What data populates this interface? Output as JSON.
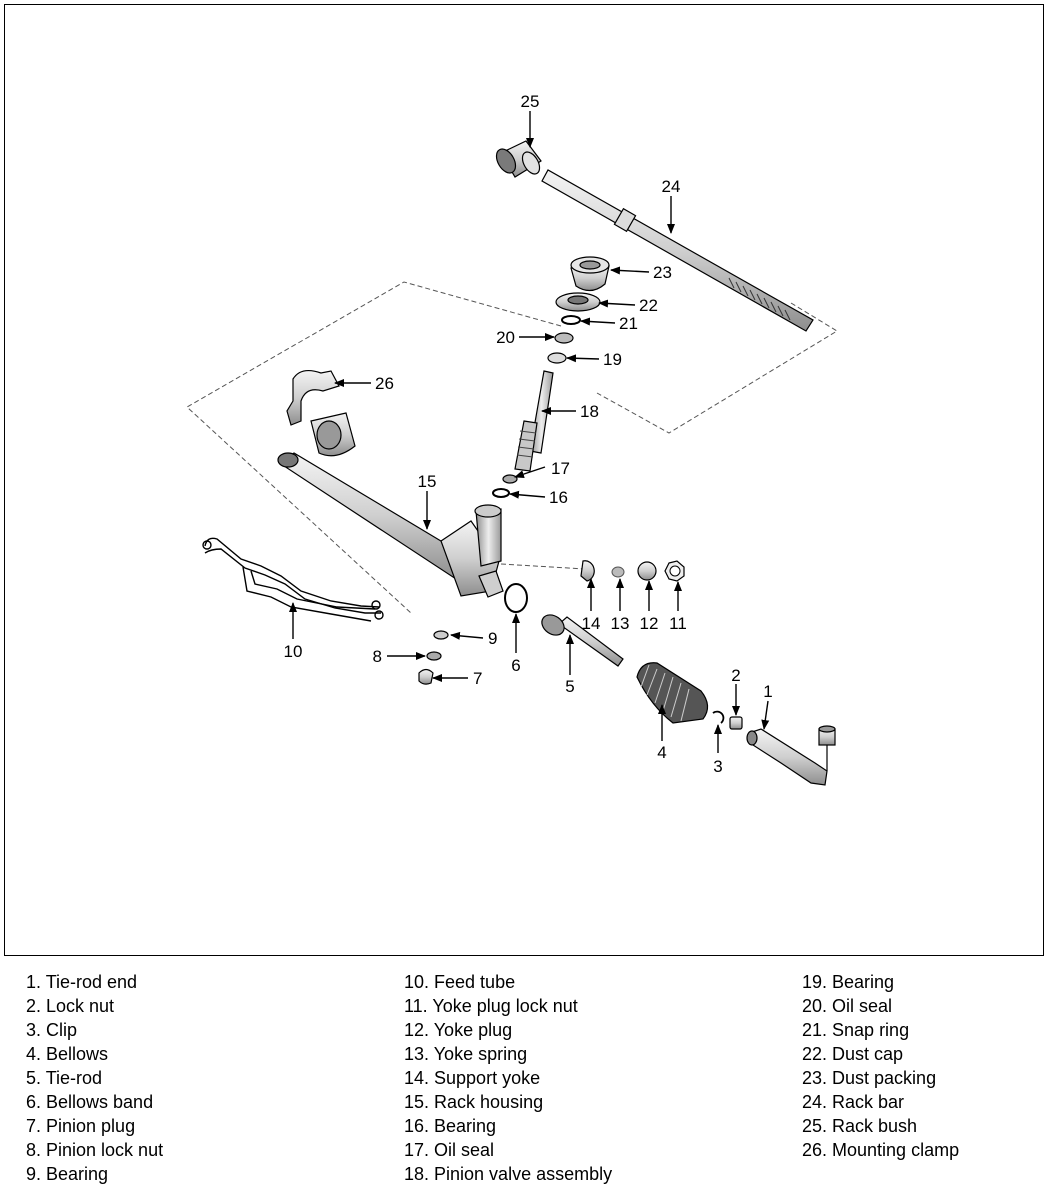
{
  "callouts": {
    "c1": "1",
    "c2": "2",
    "c3": "3",
    "c4": "4",
    "c5": "5",
    "c6": "6",
    "c7": "7",
    "c8": "8",
    "c9": "9",
    "c10": "10",
    "c11": "11",
    "c12": "12",
    "c13": "13",
    "c14": "14",
    "c15": "15",
    "c16": "16",
    "c17": "17",
    "c18": "18",
    "c19": "19",
    "c20": "20",
    "c21": "21",
    "c22": "22",
    "c23": "23",
    "c24": "24",
    "c25": "25",
    "c26": "26"
  },
  "legend": {
    "col1": [
      "1. Tie-rod end",
      "2. Lock nut",
      "3. Clip",
      "4. Bellows",
      "5. Tie-rod",
      "6. Bellows band",
      "7. Pinion plug",
      "8. Pinion lock nut",
      "9. Bearing"
    ],
    "col2": [
      "10. Feed tube",
      "11. Yoke plug lock nut",
      "12. Yoke plug",
      "13. Yoke spring",
      "14. Support yoke",
      "15. Rack housing",
      "16. Bearing",
      "17. Oil seal",
      "18. Pinion valve assembly"
    ],
    "col3": [
      "19. Bearing",
      "20. Oil seal",
      "21. Snap ring",
      "22. Dust cap",
      "23. Dust packing",
      "24. Rack bar",
      "25. Rack bush",
      "26. Mounting clamp"
    ]
  }
}
